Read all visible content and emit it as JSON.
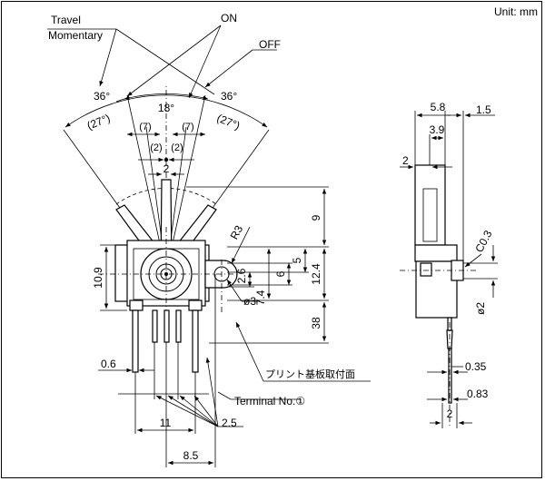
{
  "unit_label": "Unit: mm",
  "angle_labels": {
    "travel": "Travel",
    "momentary": "Momentary",
    "on": "ON",
    "off": "OFF",
    "a36_left": "36°",
    "a36_right": "36°",
    "a18": "18°",
    "a27_left": "(27°)",
    "a27_right": "(27°)",
    "p7_left": "(7)",
    "p7_right": "(7)",
    "p2_left": "(2)",
    "p2_right": "(2)",
    "w2": "2"
  },
  "front_dims": {
    "d9": "9",
    "d12_4": "12.4",
    "d38": "38",
    "d10_9": "10.9",
    "d5": "5",
    "d6": "6",
    "d7_4": "7.4",
    "d2_6": "2.6",
    "r3": "R3",
    "phi3": "ø3",
    "d0_6": "0.6",
    "d11": "11",
    "d2_5": "2.5",
    "d8_5": "8.5"
  },
  "callouts": {
    "pcb_surface": "プリント基板取付面",
    "terminal": "Terminal No.①"
  },
  "side_dims": {
    "d5_8": "5.8",
    "d1_5": "1.5",
    "d3_9": "3.9",
    "d2_top": "2",
    "c0_3": "C0.3",
    "phi2": "ø2",
    "d0_35": "0.35",
    "d0_83": "0.83",
    "d2_bottom": "2"
  }
}
